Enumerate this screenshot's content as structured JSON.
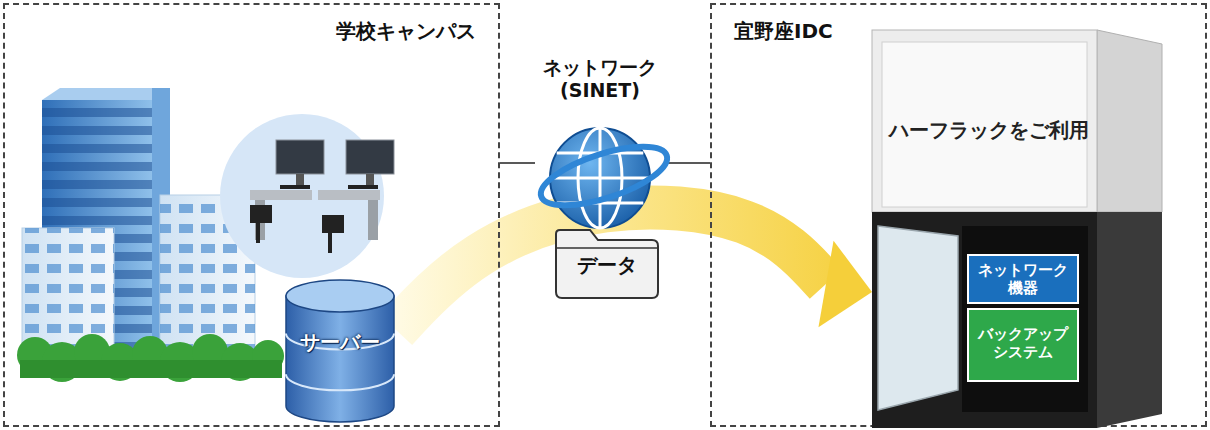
{
  "diagram": {
    "nodes": [
      {
        "text": [
          "学校キャンパス"
        ]
      },
      {
        "text": [
          "サーバー"
        ],
        "in": 0
      },
      {
        "text": [
          "ネットワーク (SINET)"
        ]
      },
      {
        "text": [
          "データ"
        ]
      },
      {
        "text": [
          "宜野座IDC"
        ]
      },
      {
        "text": [
          "ハーフラックをご利用"
        ],
        "in": 4
      },
      {
        "text": [
          "ネットワーク 機器"
        ],
        "in": 5
      },
      {
        "text": [
          "バックアップ システム"
        ],
        "in": 5
      }
    ],
    "edges": [
      {
        "from": 0,
        "to": 2,
        "arrow": "none"
      },
      {
        "from": 2,
        "to": 4,
        "arrow": "none"
      },
      {
        "from": 1,
        "to": 5,
        "arrow": "to"
      }
    ]
  }
}
